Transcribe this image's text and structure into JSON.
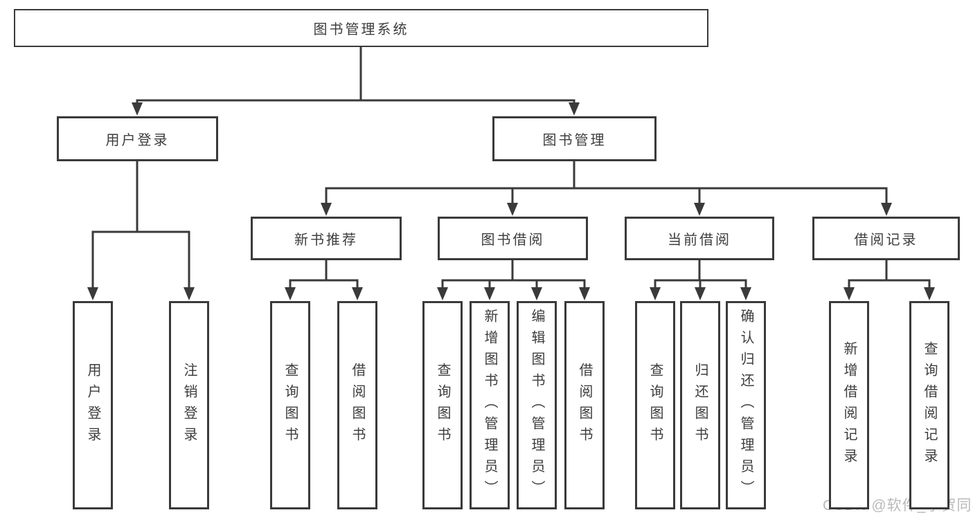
{
  "diagram": {
    "root": {
      "label": "图书管理系统"
    },
    "level2": [
      {
        "label": "用户登录"
      },
      {
        "label": "图书管理"
      }
    ],
    "level3": [
      {
        "label": "新书推荐",
        "parent": "图书管理"
      },
      {
        "label": "图书借阅",
        "parent": "图书管理"
      },
      {
        "label": "当前借阅",
        "parent": "图书管理"
      },
      {
        "label": "借阅记录",
        "parent": "图书管理"
      }
    ],
    "leaves": [
      {
        "label": "用户登录",
        "parent": "用户登录"
      },
      {
        "label": "注销登录",
        "parent": "用户登录"
      },
      {
        "label": "查询图书",
        "parent": "新书推荐"
      },
      {
        "label": "借阅图书",
        "parent": "新书推荐"
      },
      {
        "label": "查询图书",
        "parent": "图书借阅"
      },
      {
        "label": "新增图书（管理员）",
        "parent": "图书借阅"
      },
      {
        "label": "编辑图书（管理员）",
        "parent": "图书借阅"
      },
      {
        "label": "借阅图书",
        "parent": "图书借阅"
      },
      {
        "label": "查询图书",
        "parent": "当前借阅"
      },
      {
        "label": "归还图书",
        "parent": "当前借阅"
      },
      {
        "label": "确认归还（管理员）",
        "parent": "当前借阅"
      },
      {
        "label": "新增借阅记录",
        "parent": "借阅记录"
      },
      {
        "label": "查询借阅记录",
        "parent": "借阅记录"
      }
    ]
  },
  "watermark": {
    "text": "CSDN @软件_小贺同学"
  },
  "colors": {
    "line": "#3a3a3a",
    "text": "#3d3d3d",
    "watermark": "#b9b9b9",
    "background": "#ffffff"
  }
}
